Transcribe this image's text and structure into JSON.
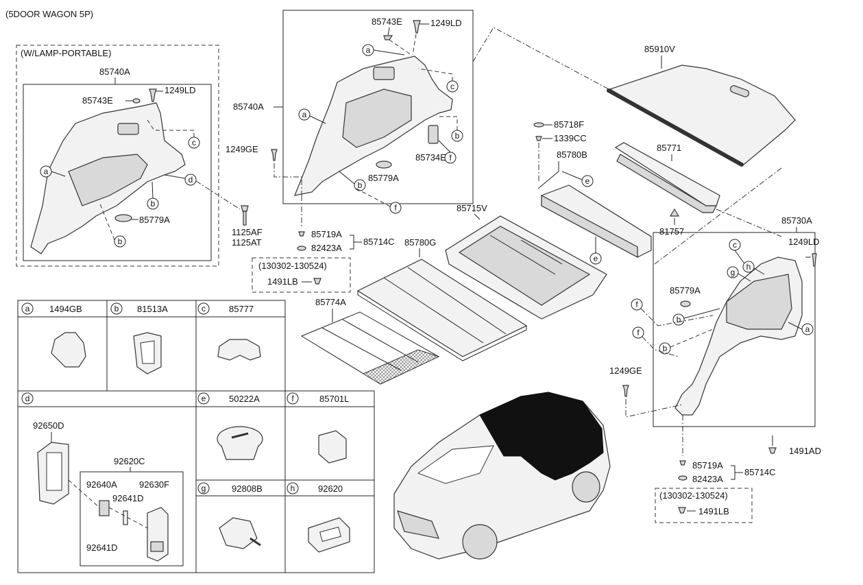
{
  "header": {
    "model": "(5DOOR WAGON 5P)"
  },
  "lamp_portable_box": {
    "title": "(W/LAMP-PORTABLE)",
    "assembly": "85740A",
    "labels": [
      "85743E",
      "1249LD",
      "85779A"
    ],
    "callouts": [
      "a",
      "b",
      "b",
      "c",
      "d"
    ]
  },
  "main_left_trim": {
    "assembly": "85740A",
    "labels": [
      "85743E",
      "1249LD",
      "85734E",
      "85779A",
      "1249GE"
    ],
    "callouts": [
      "a",
      "a",
      "b",
      "b",
      "c",
      "f"
    ]
  },
  "fasteners_left": {
    "bolt": [
      "1125AF",
      "1125AT"
    ],
    "clip_a": "85719A",
    "clip_b": "82423A",
    "set": "85714C",
    "date_range": "(130302-130524)",
    "alt_part": "1491LB"
  },
  "center_parts": {
    "cover": "85910V",
    "cap": "85718F",
    "screw": "1339CC",
    "box": "85780B",
    "scuff": "85771",
    "clip": "81757",
    "tray": "85715V",
    "board": "85780G",
    "net": "85774A",
    "callouts": [
      "e",
      "e"
    ]
  },
  "right_trim": {
    "assembly": "85730A",
    "labels": [
      "1249LD",
      "85779A",
      "1249GE",
      "1491AD"
    ],
    "callouts": [
      "a",
      "b",
      "b",
      "c",
      "f",
      "f",
      "g",
      "h"
    ],
    "clip_a": "85719A",
    "clip_b": "82423A",
    "set": "85714C",
    "date_range": "(130302-130524)",
    "alt_part": "1491LB"
  },
  "legend": {
    "a": {
      "letter": "a",
      "part": "1494GB"
    },
    "b": {
      "letter": "b",
      "part": "81513A"
    },
    "c": {
      "letter": "c",
      "part": "85777"
    },
    "d": {
      "letter": "d",
      "part": "",
      "labels": [
        "92650D",
        "92620C",
        "92640A",
        "92641D",
        "92630F",
        "92641D"
      ]
    },
    "e": {
      "letter": "e",
      "part": "50222A"
    },
    "f": {
      "letter": "f",
      "part": "85701L"
    },
    "g": {
      "letter": "g",
      "part": "92808B"
    },
    "h": {
      "letter": "h",
      "part": "92620"
    }
  }
}
